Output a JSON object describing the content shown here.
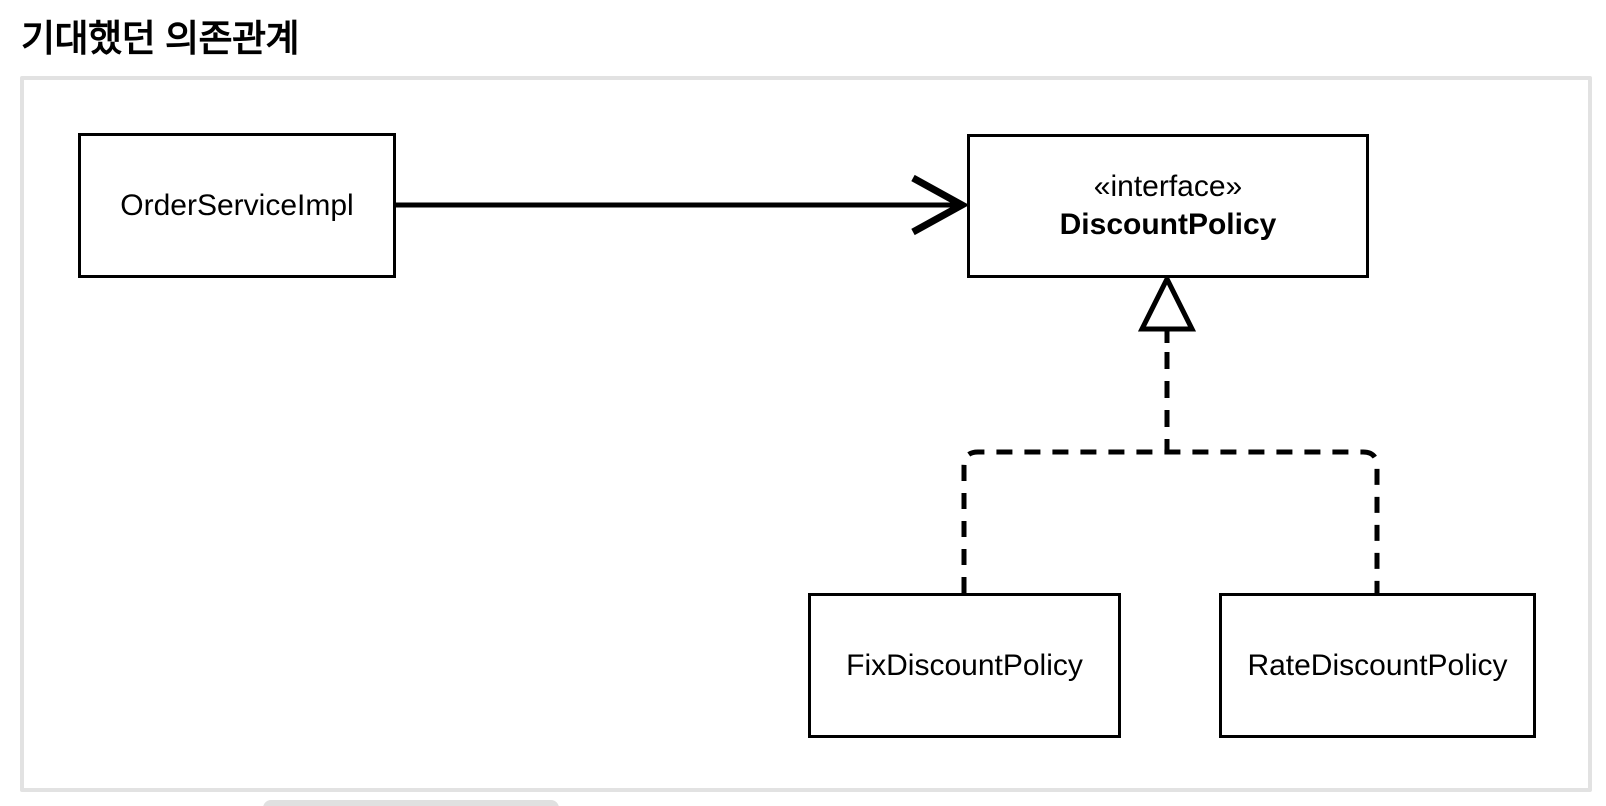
{
  "page": {
    "title": "기대했던 의존관계",
    "background_color": "#ffffff"
  },
  "diagram": {
    "type": "uml-class-diagram",
    "container_border_color": "#e2e2e2",
    "line_color": "#000000",
    "node_background_color": "#ffffff",
    "nodes": {
      "order_service": {
        "label": "OrderServiceImpl"
      },
      "discount_policy": {
        "stereotype": "«interface»",
        "label": "DiscountPolicy"
      },
      "fix_discount": {
        "label": "FixDiscountPolicy"
      },
      "rate_discount": {
        "label": "RateDiscountPolicy"
      }
    },
    "edges": [
      {
        "from": "OrderServiceImpl",
        "to": "DiscountPolicy",
        "type": "dependency",
        "style": "solid-open-arrow"
      },
      {
        "from": "FixDiscountPolicy",
        "to": "DiscountPolicy",
        "type": "realization",
        "style": "dashed-hollow-triangle"
      },
      {
        "from": "RateDiscountPolicy",
        "to": "DiscountPolicy",
        "type": "realization",
        "style": "dashed-hollow-triangle"
      }
    ]
  }
}
